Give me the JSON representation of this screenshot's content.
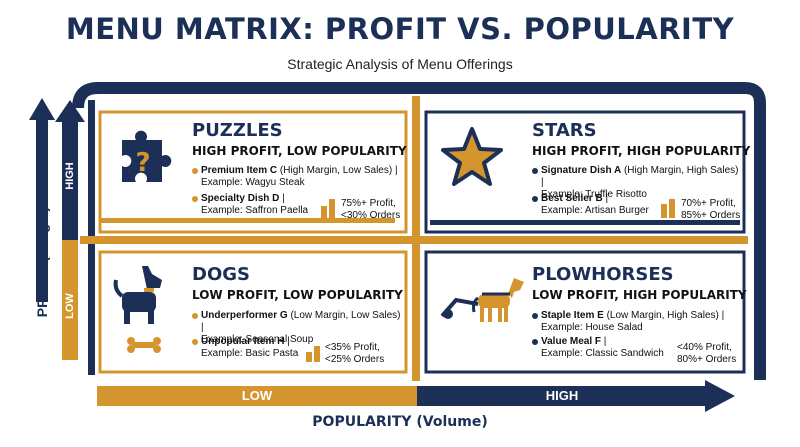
{
  "header": {
    "title": "MENU MATRIX: PROFIT VS. POPULARITY",
    "subtitle": "Strategic Analysis of Menu Offerings"
  },
  "axes": {
    "y_title": "PROFIT (Margin)",
    "y_high": "HIGH",
    "y_low": "LOW",
    "x_title": "POPULARITY (Volume)",
    "x_low": "LOW",
    "x_high": "HIGH"
  },
  "quadrants": {
    "puzzles": {
      "title": "PUZZLES",
      "subtitle": "HIGH PROFIT, LOW POPULARITY",
      "item1_name": "Premium Item C",
      "item1_desc": " (High Margin, Low Sales) |",
      "item1_example": "Example: Wagyu Steak",
      "item2_name": "Specialty Dish D",
      "item2_desc": " |",
      "item2_example": "Example: Saffron Paella",
      "stat1": "75%+ Profit,",
      "stat2": "<30% Orders",
      "icon": "puzzle-question-icon"
    },
    "stars": {
      "title": "STARS",
      "subtitle": "HIGH PROFIT, HIGH POPULARITY",
      "item1_name": "Signature Dish A",
      "item1_desc": " (High Margin, High Sales) |",
      "item1_example": "Example: Truffle Risotto",
      "item2_name": "Best Seller B",
      "item2_desc": " |",
      "item2_example": "Example: Artisan Burger",
      "stat1": "70%+ Profit,",
      "stat2": "85%+ Orders",
      "icon": "star-icon"
    },
    "dogs": {
      "title": "DOGS",
      "subtitle": "LOW PROFIT, LOW POPULARITY",
      "item1_name": "Underperformer G",
      "item1_desc": " (Low Margin, Low Sales) |",
      "item1_example": "Example: Seasonal Soup",
      "item2_name": "Unpopular Item H",
      "item2_desc": " |",
      "item2_example": "Example: Basic Pasta",
      "stat1": "<35% Profit,",
      "stat2": "<25% Orders",
      "icon": "dog-icon"
    },
    "plowhorses": {
      "title": "PLOWHORSES",
      "subtitle": "LOW PROFIT, HIGH POPULARITY",
      "item1_name": "Staple Item E",
      "item1_desc": " (Low Margin, High Sales) |",
      "item1_example": "Example: House Salad",
      "item2_name": "Value Meal F",
      "item2_desc": " |",
      "item2_example": "Example: Classic Sandwich",
      "stat1": "<40% Profit,",
      "stat2": "80%+ Orders",
      "icon": "plowhorse-icon"
    }
  },
  "colors": {
    "navy": "#1c2f57",
    "gold": "#d4952e"
  }
}
